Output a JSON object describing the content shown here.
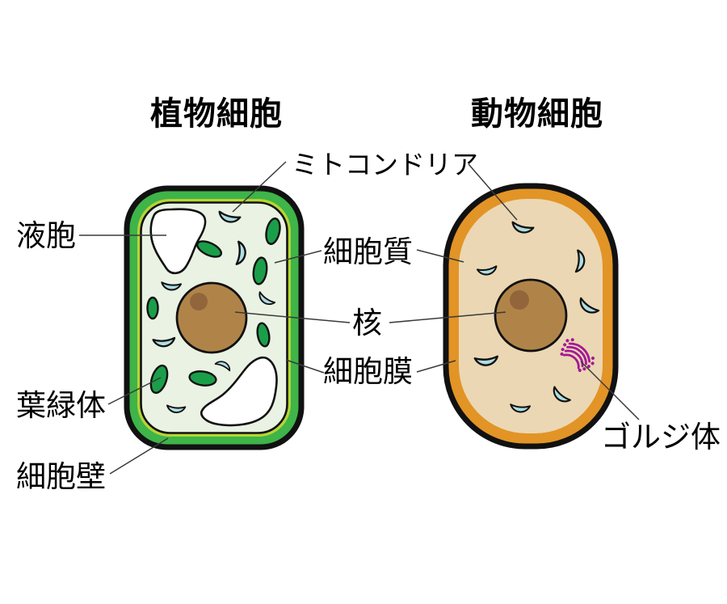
{
  "figure": {
    "plant": {
      "title": "植物細胞"
    },
    "animal": {
      "title": "動物細胞"
    },
    "labels": {
      "mitochondria": "ミトコンドリア",
      "vacuole": "液胞",
      "cytoplasm": "細胞質",
      "nucleus": "核",
      "membrane": "細胞膜",
      "chloroplast": "葉緑体",
      "cell_wall": "細胞壁",
      "golgi": "ゴルジ体"
    },
    "colors": {
      "cell_wall_green": "#3eb449",
      "wall_inner_lime": "#b8d435",
      "plant_cytoplasm": "#e9f2e3",
      "chloroplast_green": "#1b9e49",
      "mitochondrion_blue": "#aedde2",
      "nucleus_brown": "#b08449",
      "nucleolus_brown": "#92663a",
      "animal_membrane_orange": "#e29426",
      "animal_cytoplasm_tan": "#ebd7b3",
      "golgi_purple": "#a31896",
      "vacuole_white": "#ffffff",
      "outline_black": "#111111",
      "leader_line": "#3a3a3a"
    }
  }
}
